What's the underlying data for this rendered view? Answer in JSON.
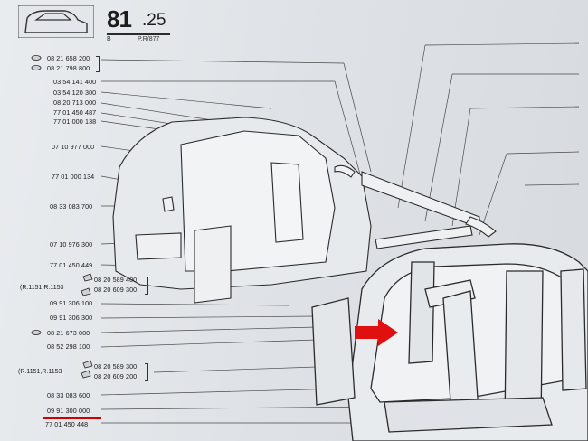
{
  "header": {
    "section_number": "81",
    "section_sub": ".25",
    "code_b": "B",
    "code_pr": "P.R/877"
  },
  "parts": [
    {
      "id": "p1",
      "number": "08 21 658 200"
    },
    {
      "id": "p2",
      "number": "08 21 798 800"
    },
    {
      "id": "p3",
      "number": "03 54 141 400"
    },
    {
      "id": "p4",
      "number": "03 54 120 300"
    },
    {
      "id": "p5",
      "number": "08 20 713 000"
    },
    {
      "id": "p6",
      "number": "77 01 450 487"
    },
    {
      "id": "p7",
      "number": "77 01 000 138"
    },
    {
      "id": "p8",
      "number": "07 10 977 000"
    },
    {
      "id": "p9",
      "number": "77 01 000 134"
    },
    {
      "id": "p10",
      "number": "08 33 083 700"
    },
    {
      "id": "p11",
      "number": "07 10 976 300"
    },
    {
      "id": "p12",
      "number": "77 01 450 449"
    },
    {
      "id": "p13",
      "number": "08 20 589 400"
    },
    {
      "id": "p14",
      "number": "08 20 609 300"
    },
    {
      "id": "p15",
      "number": "09 91 306 100"
    },
    {
      "id": "p16",
      "number": "09 91 306 300"
    },
    {
      "id": "p17",
      "number": "08 21 673 000"
    },
    {
      "id": "p18",
      "number": "08 52 298 100"
    },
    {
      "id": "p19",
      "number": "08 20 589 300"
    },
    {
      "id": "p20",
      "number": "08 20 609 200"
    },
    {
      "id": "p21",
      "number": "08 33 083 600"
    },
    {
      "id": "p22",
      "number": "09 91 300 000"
    },
    {
      "id": "p23",
      "number": "77 01 450 448"
    }
  ],
  "notes": {
    "note1": "(R.1151,R.1153",
    "note2": "(R.1151,R.1153"
  },
  "highlight": {
    "part": "09 91 300 000",
    "color": "#d40000"
  }
}
